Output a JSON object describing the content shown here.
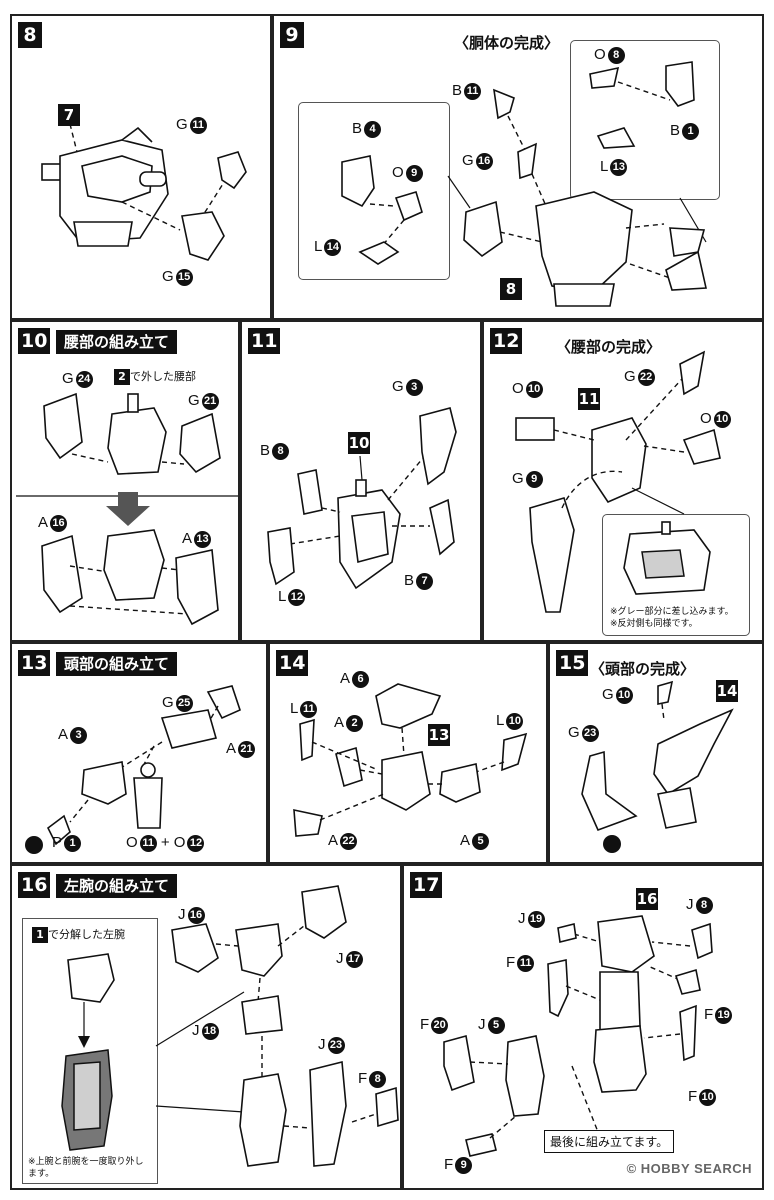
{
  "steps": {
    "s8": {
      "num": "8",
      "ref": "7",
      "labels": {
        "g11": "G",
        "g15": "G"
      },
      "circ": {
        "g11": "11",
        "g15": "15"
      }
    },
    "s9": {
      "num": "9",
      "heading": "〈胴体の完成〉",
      "ref": "8",
      "labels": {
        "b11": "B",
        "g16": "G",
        "b4": "B",
        "o9": "O",
        "l14": "L",
        "o8": "O",
        "b1": "B",
        "l13": "L"
      },
      "circ": {
        "b11": "11",
        "g16": "16",
        "b4": "4",
        "o9": "9",
        "l14": "14",
        "o8": "8",
        "b1": "1",
        "l13": "13"
      }
    },
    "s10": {
      "num": "10",
      "title": "腰部の組み立て",
      "sub_ref": "2",
      "sub_text": "で外した腰部",
      "labels": {
        "g24": "G",
        "g21": "G",
        "a16": "A",
        "a13": "A"
      },
      "circ": {
        "g24": "24",
        "g21": "21",
        "a16": "16",
        "a13": "13"
      }
    },
    "s11": {
      "num": "11",
      "ref": "10",
      "labels": {
        "g3": "G",
        "b8": "B",
        "b7": "B",
        "l12": "L"
      },
      "circ": {
        "g3": "3",
        "b8": "8",
        "b7": "7",
        "l12": "12"
      }
    },
    "s12": {
      "num": "12",
      "heading": "〈腰部の完成〉",
      "ref": "11",
      "labels": {
        "g22": "G",
        "o10a": "O",
        "o10b": "O",
        "g9": "G"
      },
      "circ": {
        "g22": "22",
        "o10a": "10",
        "o10b": "10",
        "g9": "9"
      },
      "note1": "※グレー部分に差し込みます。",
      "note2": "※反対側も同様です。"
    },
    "s13": {
      "num": "13",
      "title": "頭部の組み立て",
      "labels": {
        "g25": "G",
        "a3": "A",
        "a21": "A",
        "p1": "P",
        "o11": "O",
        "o12": "O"
      },
      "circ": {
        "g25": "25",
        "a3": "3",
        "a21": "21",
        "p1": "1",
        "o11": "11",
        "o12": "12"
      },
      "plus": "+"
    },
    "s14": {
      "num": "14",
      "ref": "13",
      "labels": {
        "a6": "A",
        "l11": "L",
        "a2": "A",
        "l10": "L",
        "a22": "A",
        "a5": "A"
      },
      "circ": {
        "a6": "6",
        "l11": "11",
        "a2": "2",
        "l10": "10",
        "a22": "22",
        "a5": "5"
      }
    },
    "s15": {
      "num": "15",
      "heading": "〈頭部の完成〉",
      "ref": "14",
      "labels": {
        "g10": "G",
        "g23": "G"
      },
      "circ": {
        "g10": "10",
        "g23": "23"
      }
    },
    "s16": {
      "num": "16",
      "title": "左腕の組み立て",
      "sub_ref": "1",
      "sub_text": "で分解した左腕",
      "labels": {
        "j16": "J",
        "j17": "J",
        "j18": "J",
        "j23": "J",
        "f8": "F"
      },
      "circ": {
        "j16": "16",
        "j17": "17",
        "j18": "18",
        "j23": "23",
        "f8": "8"
      },
      "note": "※上腕と前腕を一度取り外します。"
    },
    "s17": {
      "num": "17",
      "ref": "16",
      "labels": {
        "j19": "J",
        "j8": "J",
        "f11": "F",
        "f19": "F",
        "f20": "F",
        "j5": "J",
        "f10": "F",
        "f9": "F"
      },
      "circ": {
        "j19": "19",
        "j8": "8",
        "f11": "11",
        "f19": "19",
        "f20": "20",
        "j5": "5",
        "f10": "10",
        "f9": "9"
      },
      "box_text": "最後に組み立てます。"
    }
  },
  "watermark": "HOBBY SEARCH",
  "watermark_prefix": "©"
}
